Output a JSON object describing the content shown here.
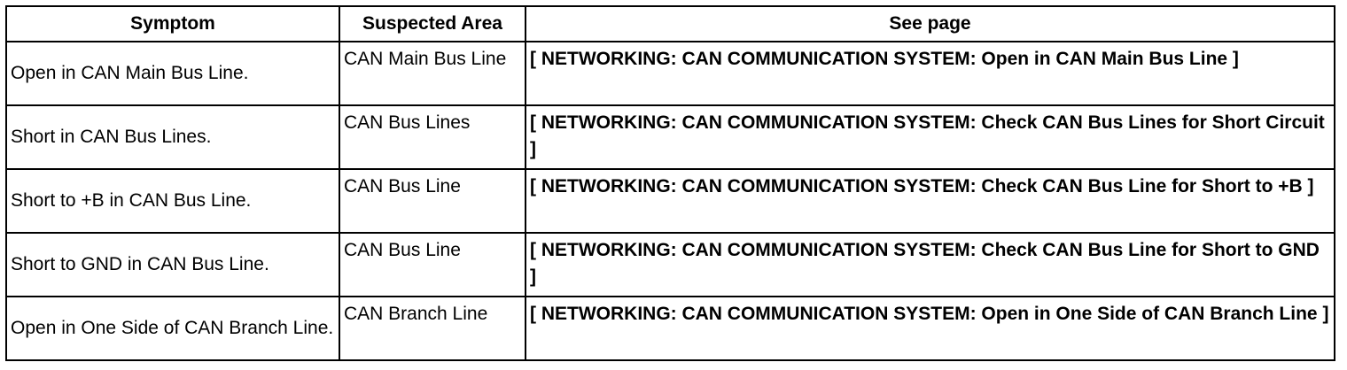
{
  "table": {
    "headers": [
      "Symptom",
      "Suspected Area",
      "See page"
    ],
    "rows": [
      {
        "symptom": "Open in CAN Main Bus Line.",
        "area": "CAN Main Bus Line",
        "see_page": "[ NETWORKING: CAN COMMUNICATION SYSTEM: Open in CAN Main Bus Line ]"
      },
      {
        "symptom": "Short in CAN Bus Lines.",
        "area": "CAN Bus Lines",
        "see_page": "[ NETWORKING: CAN COMMUNICATION SYSTEM: Check CAN Bus Lines for Short Circuit ]"
      },
      {
        "symptom": "Short to +B in CAN Bus Line.",
        "area": "CAN Bus Line",
        "see_page": "[ NETWORKING: CAN COMMUNICATION SYSTEM: Check CAN Bus Line for Short to +B ]"
      },
      {
        "symptom": "Short to GND in CAN Bus Line.",
        "area": "CAN Bus Line",
        "see_page": "[ NETWORKING: CAN COMMUNICATION SYSTEM: Check CAN Bus Line for Short to GND ]"
      },
      {
        "symptom": "Open in One Side of CAN Branch Line.",
        "area": "CAN Branch Line",
        "see_page": "[ NETWORKING: CAN COMMUNICATION SYSTEM: Open in One Side of CAN Branch Line ]"
      }
    ]
  }
}
